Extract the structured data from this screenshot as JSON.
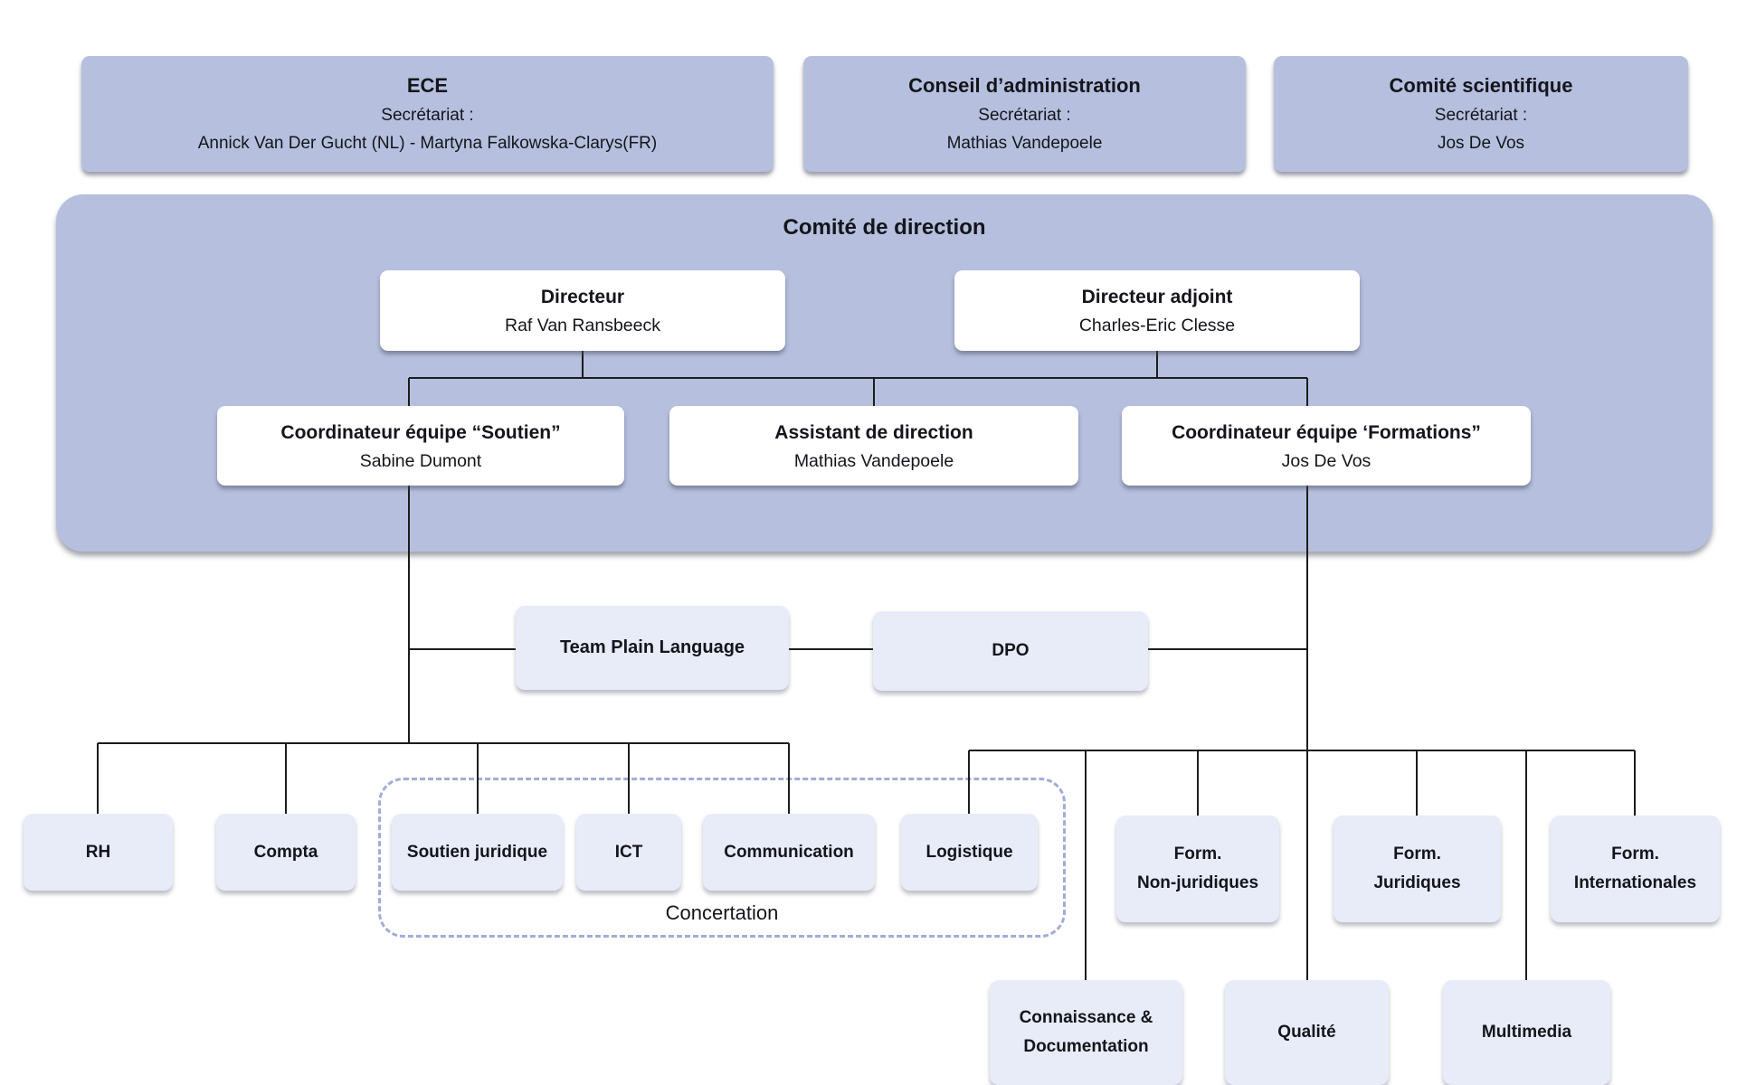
{
  "colors": {
    "committee_fill": "#b6c0de",
    "unit_fill": "#e8ebf8",
    "card_fill": "#ffffff",
    "line": "#1c1c1c",
    "dashed_border": "#a2acd8",
    "text": "#14151c"
  },
  "top_row": [
    {
      "title": "ECE",
      "subtitle": "Secrétariat :",
      "names": "Annick Van Der Gucht (NL) - Martyna Falkowska-Clarys(FR)"
    },
    {
      "title": "Conseil d’administration",
      "subtitle": "Secrétariat :",
      "names": "Mathias Vandepoele"
    },
    {
      "title": "Comité scientifique",
      "subtitle": "Secrétariat :",
      "names": "Jos De Vos"
    }
  ],
  "direction_committee": {
    "title": "Comité de direction",
    "director": {
      "role": "Directeur",
      "name": "Raf Van Ransbeeck"
    },
    "deputy_director": {
      "role": "Directeur adjoint",
      "name": "Charles-Eric Clesse"
    },
    "coordinator_soutien": {
      "role": "Coordinateur équipe “Soutien”",
      "name": "Sabine Dumont"
    },
    "assistant": {
      "role": "Assistant de direction",
      "name": "Mathias Vandepoele"
    },
    "coordinator_formations": {
      "role": "Coordinateur équipe ‘Formations”",
      "name": "Jos De Vos"
    }
  },
  "middle_units": {
    "team_plain_language": "Team Plain Language",
    "dpo": "DPO"
  },
  "support_units": [
    "RH",
    "Compta",
    "Soutien juridique",
    "ICT",
    "Communication",
    "Logistique"
  ],
  "concertation_label": "Concertation",
  "formation_units": [
    {
      "lines": [
        "Form.",
        "Non-juridiques"
      ]
    },
    {
      "lines": [
        "Form.",
        "Juridiques"
      ]
    },
    {
      "lines": [
        "Form.",
        "Internationales"
      ]
    }
  ],
  "bottom_units": [
    {
      "lines": [
        "Connaissance &",
        "Documentation"
      ]
    },
    {
      "lines": [
        "Qualité"
      ]
    },
    {
      "lines": [
        "Multimedia"
      ]
    }
  ]
}
